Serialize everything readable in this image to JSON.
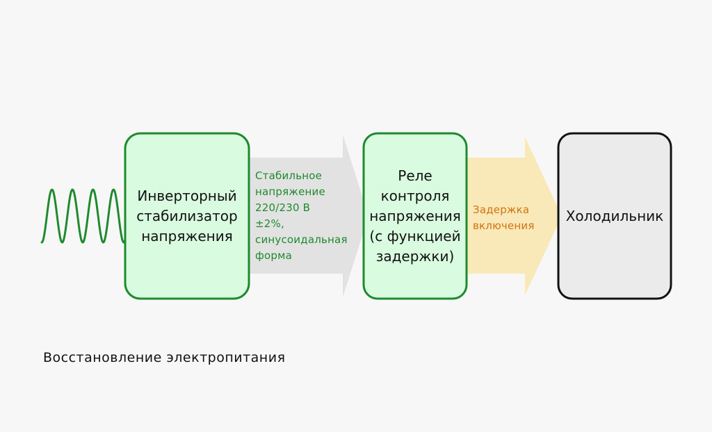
{
  "diagram": {
    "stabilizer": {
      "line1": "Инверторный",
      "line2": "стабилизатор",
      "line3": "напряжения"
    },
    "stable_voltage": {
      "line1": "Стабильное",
      "line2": "напряжение",
      "line3": "220/230 В",
      "line4": "±2%,",
      "line5": "синусоидальная",
      "line6": "форма"
    },
    "relay": {
      "line1": "Реле",
      "line2": "контроля",
      "line3": "напряжения",
      "line4": "(с функцией",
      "line5": "задержки)"
    },
    "delay": {
      "line1": "Задержка",
      "line2": "включения"
    },
    "fridge": {
      "label": "Холодильник"
    },
    "caption": "Восстановление электропитания"
  },
  "colors": {
    "background": "#f7f7f7",
    "green_stroke": "#1e8a2e",
    "green_fill": "#d9fbe0",
    "gray_arrow": "#e2e2e2",
    "yellow_arrow": "#f9e8b8",
    "orange_text": "#d4720f",
    "fridge_fill": "#ebebeb",
    "black_stroke": "#111111"
  }
}
